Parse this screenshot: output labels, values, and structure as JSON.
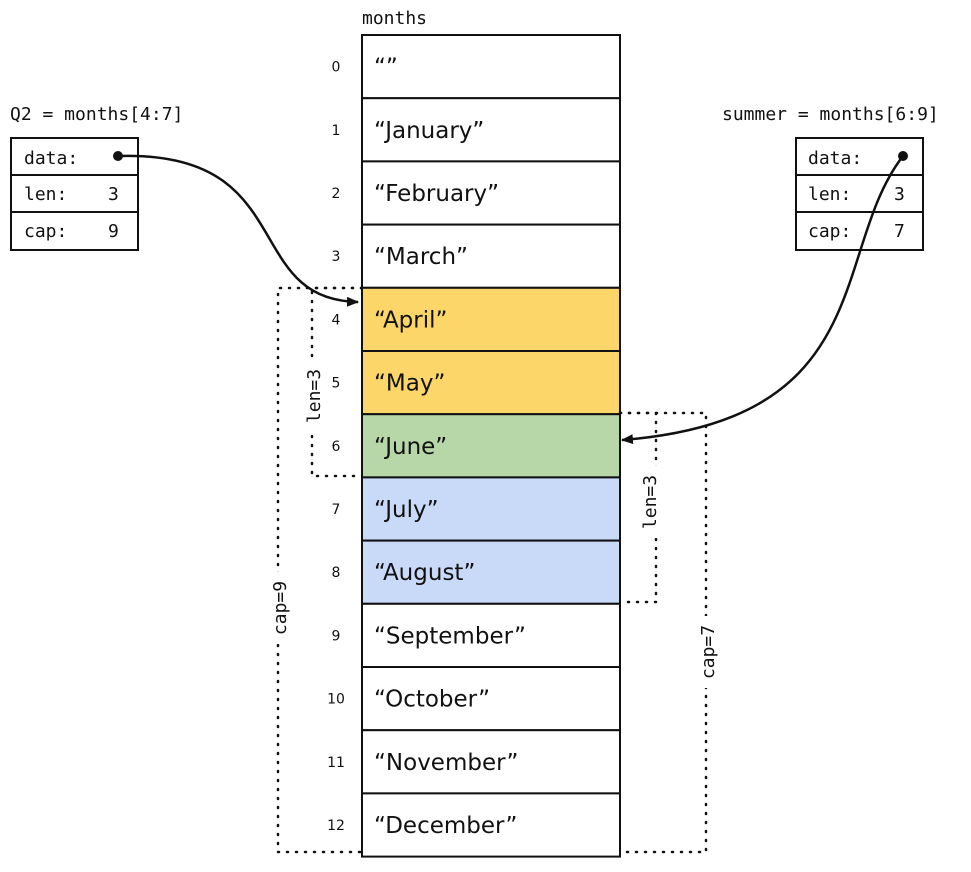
{
  "array": {
    "title": "months",
    "cells": [
      {
        "index": "0",
        "value": "“”",
        "color": "#ffffff"
      },
      {
        "index": "1",
        "value": "“January”",
        "color": "#ffffff"
      },
      {
        "index": "2",
        "value": "“February”",
        "color": "#ffffff"
      },
      {
        "index": "3",
        "value": "“March”",
        "color": "#ffffff"
      },
      {
        "index": "4",
        "value": "“April”",
        "color": "#fcd669"
      },
      {
        "index": "5",
        "value": "“May”",
        "color": "#fcd669"
      },
      {
        "index": "6",
        "value": "“June”",
        "color": "#b7d7a8"
      },
      {
        "index": "7",
        "value": "“July”",
        "color": "#c9daf8"
      },
      {
        "index": "8",
        "value": "“August”",
        "color": "#c9daf8"
      },
      {
        "index": "9",
        "value": "“September”",
        "color": "#ffffff"
      },
      {
        "index": "10",
        "value": "“October”",
        "color": "#ffffff"
      },
      {
        "index": "11",
        "value": "“November”",
        "color": "#ffffff"
      },
      {
        "index": "12",
        "value": "“December”",
        "color": "#ffffff"
      }
    ]
  },
  "slices": {
    "q2": {
      "title": "Q2 = months[4:7]",
      "rows": [
        {
          "key": "data:",
          "value": ""
        },
        {
          "key": "len:",
          "value": "3"
        },
        {
          "key": "cap:",
          "value": "9"
        }
      ],
      "len_label": "len=3",
      "cap_label": "cap=9"
    },
    "summer": {
      "title": "summer = months[6:9]",
      "rows": [
        {
          "key": "data:",
          "value": ""
        },
        {
          "key": "len:",
          "value": "3"
        },
        {
          "key": "cap:",
          "value": "7"
        }
      ],
      "len_label": "len=3",
      "cap_label": "cap=7"
    }
  }
}
